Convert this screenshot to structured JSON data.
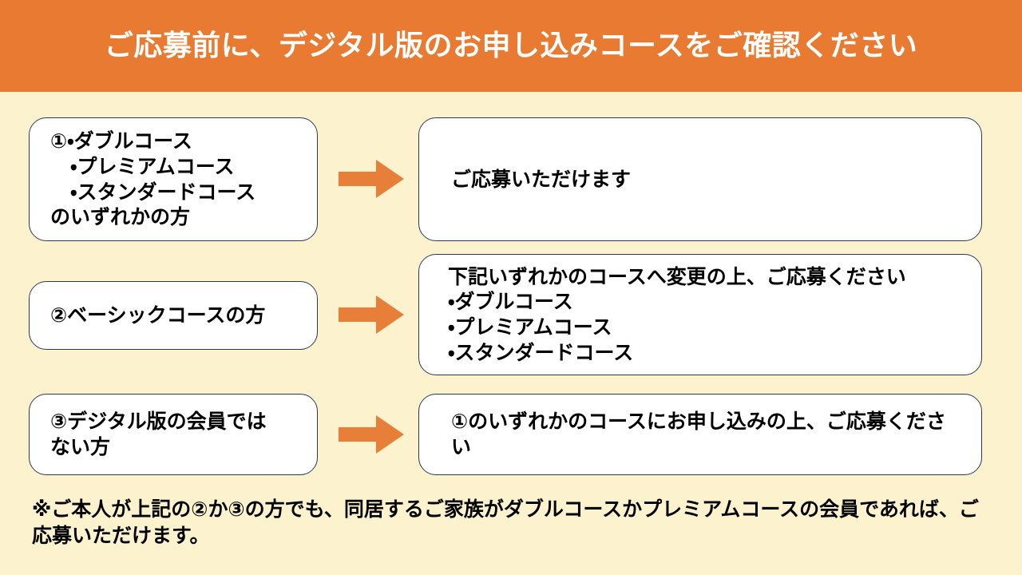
{
  "header": {
    "title": "ご応募前に、デジタル版のお申し込みコースをご確認ください",
    "background_color": "#E87B31",
    "text_color": "#FFFFFF"
  },
  "page": {
    "background_color": "#FDF2CE",
    "box_background_color": "#FFFFFF",
    "box_border_color": "#2A3A55",
    "arrow_color": "#E87F38"
  },
  "rows": [
    {
      "id": "row-1",
      "condition": "①・ダブルコース\n　・プレミアムコース\n　・スタンダードコース\nのいずれかの方",
      "arrow_icon": "arrow-right-icon",
      "result": "ご応募いただけます"
    },
    {
      "id": "row-2",
      "condition": "②ベーシックコースの方",
      "arrow_icon": "arrow-right-icon",
      "result": "下記いずれかのコースへ変更の上、ご応募ください\n ・ダブルコース\n ・プレミアムコース\n ・スタンダードコース"
    },
    {
      "id": "row-3",
      "condition": "③デジタル版の会員では\nない方",
      "arrow_icon": "arrow-right-icon",
      "result": "①のいずれかのコースにお申し込みの上、ご応募ください"
    }
  ],
  "footnote": {
    "text": "※ご本人が上記の②か③の方でも、同居するご家族がダブルコースかプレミアムコースの会員であれば、ご応募いただけます。"
  }
}
